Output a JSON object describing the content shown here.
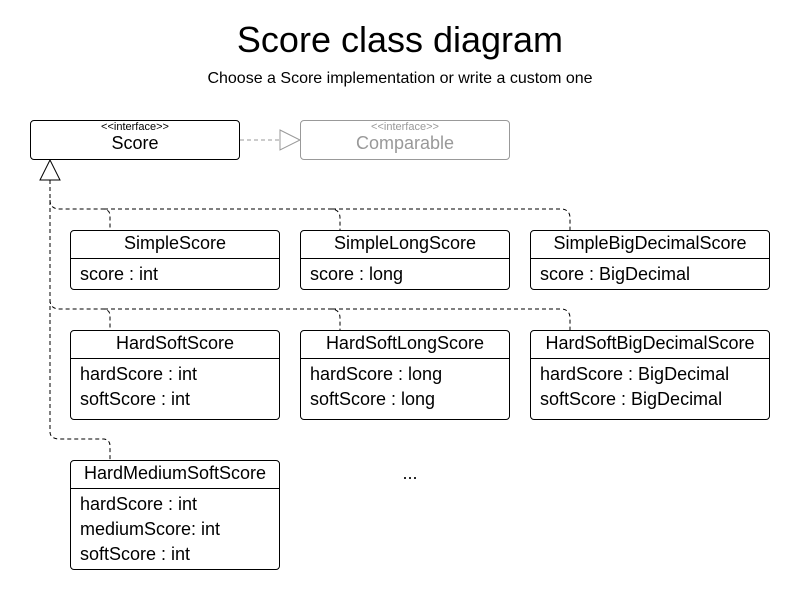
{
  "title": "Score class diagram",
  "subtitle": "Choose a Score implementation or write a custom one",
  "interfaces": [
    {
      "stereotype": "<<interface>>",
      "name": "Score"
    },
    {
      "stereotype": "<<interface>>",
      "name": "Comparable"
    }
  ],
  "classes": [
    {
      "name": "SimpleScore",
      "attributes": [
        "score : int"
      ]
    },
    {
      "name": "SimpleLongScore",
      "attributes": [
        "score : long"
      ]
    },
    {
      "name": "SimpleBigDecimalScore",
      "attributes": [
        "score : BigDecimal"
      ]
    },
    {
      "name": "HardSoftScore",
      "attributes": [
        "hardScore : int",
        "softScore : int"
      ]
    },
    {
      "name": "HardSoftLongScore",
      "attributes": [
        "hardScore : long",
        "softScore : long"
      ]
    },
    {
      "name": "HardSoftBigDecimalScore",
      "attributes": [
        "hardScore : BigDecimal",
        "softScore : BigDecimal"
      ]
    },
    {
      "name": "HardMediumSoftScore",
      "attributes": [
        "hardScore : int",
        "mediumScore: int",
        "softScore : int"
      ]
    }
  ],
  "more_marker": "...",
  "colors": {
    "line": "#000000",
    "muted": "#999999"
  }
}
